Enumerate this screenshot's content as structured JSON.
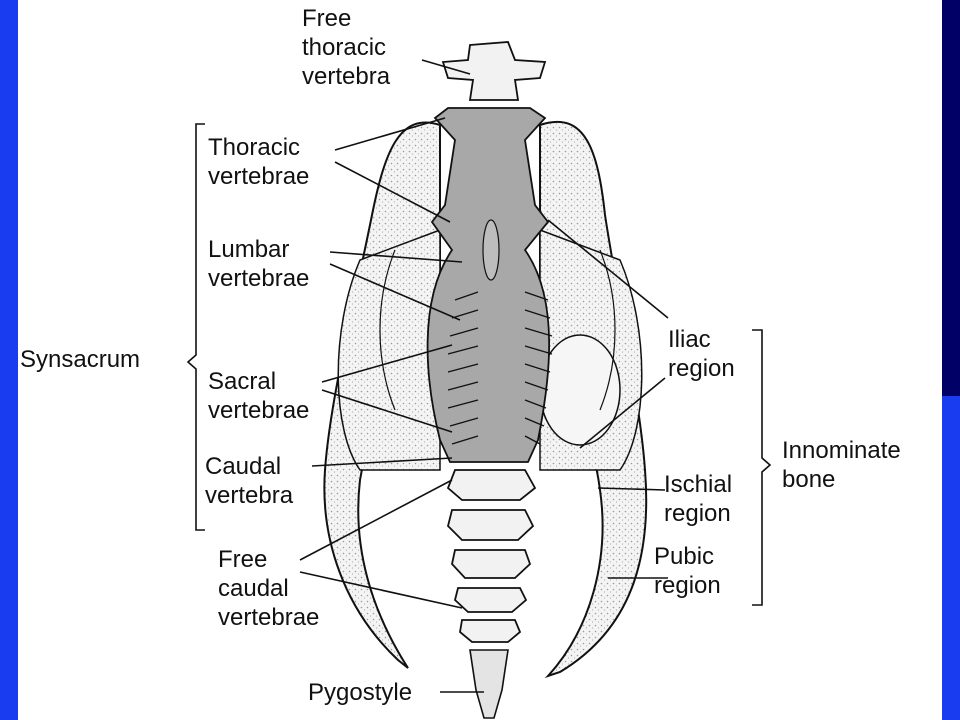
{
  "labels": {
    "free_thoracic": [
      "Free",
      "thoracic",
      "vertebra"
    ],
    "thoracic_vertebrae": [
      "Thoracic",
      "vertebrae"
    ],
    "lumbar_vertebrae": [
      "Lumbar",
      "vertebrae"
    ],
    "synsacrum": "Synsacrum",
    "sacral_vertebrae": [
      "Sacral",
      "vertebrae"
    ],
    "caudal_vertebra": [
      "Caudal",
      "vertebra"
    ],
    "free_caudal_vertebrae": [
      "Free",
      "caudal",
      "vertebrae"
    ],
    "pygostyle": "Pygostyle",
    "iliac_region": [
      "Iliac",
      "region"
    ],
    "ischial_region": [
      "Ischial",
      "region"
    ],
    "pubic_region": [
      "Pubic",
      "region"
    ],
    "innominate_bone": [
      "Innominate",
      "bone"
    ]
  },
  "colors": {
    "frame_blue": "#1a3cf0",
    "frame_dark": "#000066",
    "bone_fill": "#f2f2f2",
    "stipple": "#cccccc",
    "synsacrum_gray": "#a8a8a8",
    "line": "#111111"
  }
}
